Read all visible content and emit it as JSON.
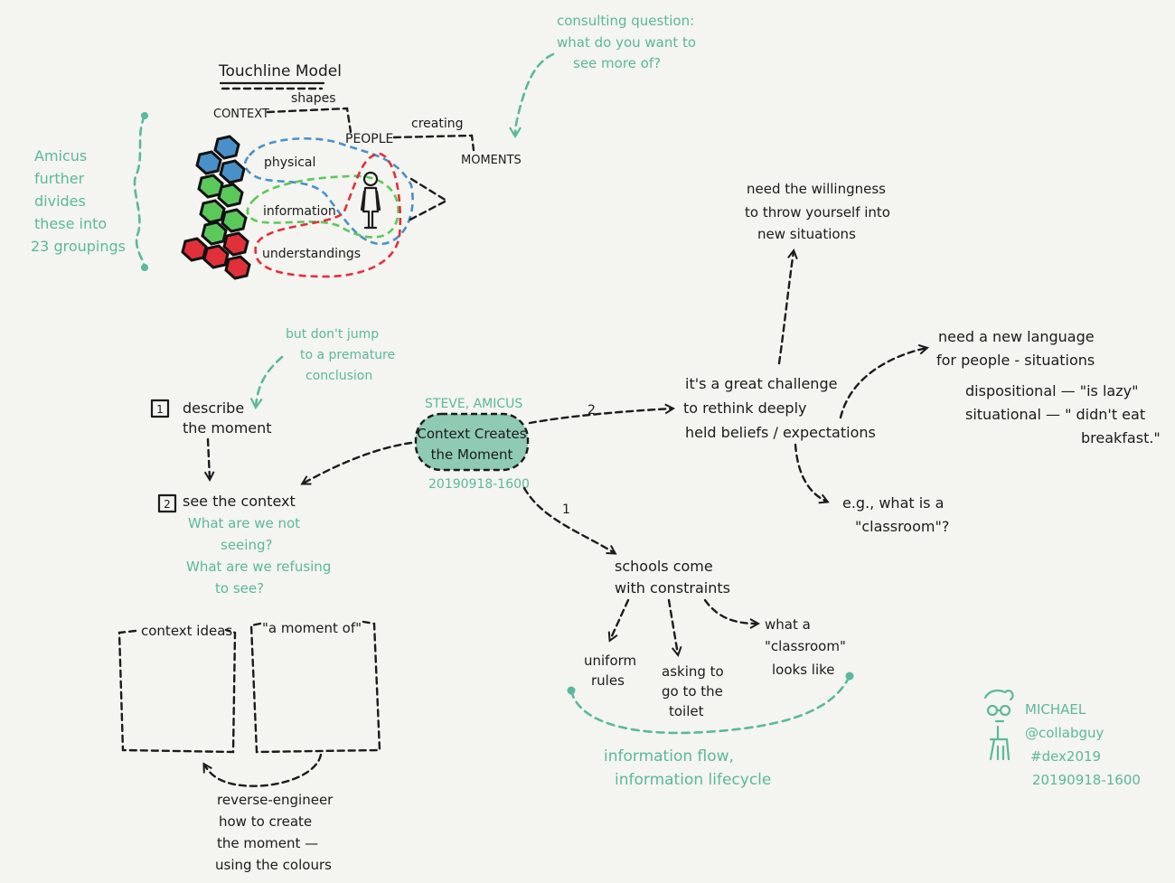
{
  "colors": {
    "background": "#f4f4f0",
    "ink": "#1b1b1b",
    "accent": "#5ab99a",
    "center_fill": "#8fcab3",
    "blue": "#4a90c8",
    "green": "#5bc85a",
    "red": "#e0303a"
  },
  "touchline": {
    "title": "Touchline Model",
    "context": "CONTEXT",
    "shapes": "shapes",
    "people": "PEOPLE",
    "creating": "creating",
    "moments": "MOMENTS",
    "physical": "physical",
    "information": "information",
    "understandings": "understandings"
  },
  "consulting": [
    "consulting question:",
    "what do you want to",
    "see more of?"
  ],
  "amicus_note": [
    "Amicus",
    "further",
    "divides",
    "these into",
    "23 groupings"
  ],
  "center": {
    "speaker": "STEVE, AMICUS",
    "title_lines": [
      "Context Creates",
      "the Moment"
    ],
    "stamp": "20190918-1600"
  },
  "left_branch": {
    "step1_num": "1",
    "step1_lines": [
      "describe",
      "the moment"
    ],
    "note_lines": [
      "but don't jump",
      "to a premature",
      "conclusion"
    ],
    "step2_num": "2",
    "step2_label": "see the context",
    "questions": [
      "What are we not",
      "seeing?",
      "What are we refusing",
      "to see?"
    ]
  },
  "boxes": {
    "box1_label": "context ideas",
    "box2_label": "\"a moment of\"",
    "reverse_lines": [
      "reverse-engineer",
      "how to create",
      "the moment —",
      "using the colours"
    ]
  },
  "right_branch": {
    "edge_label": "2",
    "challenge_lines": [
      "it's a great challenge",
      "to rethink deeply",
      "held beliefs / expectations"
    ],
    "willingness_lines": [
      "need the willingness",
      "to throw yourself into",
      "new situations"
    ],
    "language_lines": [
      "need a new language",
      "for people - situations"
    ],
    "dispositional": "dispositional — \"is lazy\"",
    "situational": "situational — \" didn't eat",
    "breakfast": "breakfast.\"",
    "classroom_lines": [
      "e.g., what is a",
      "\"classroom\"?"
    ]
  },
  "bottom_branch": {
    "edge_label": "1",
    "schools_lines": [
      "schools come",
      "with constraints"
    ],
    "uniform_lines": [
      "uniform",
      "rules"
    ],
    "toilet_lines": [
      "asking to",
      "go to the",
      "toilet"
    ],
    "looks_lines": [
      "what a",
      "\"classroom\"",
      "looks like"
    ],
    "info_lines": [
      "information flow,",
      "information lifecycle"
    ]
  },
  "signature": {
    "lines": [
      "MICHAEL",
      "@collabguy",
      "#dex2019",
      "20190918-1600"
    ]
  }
}
